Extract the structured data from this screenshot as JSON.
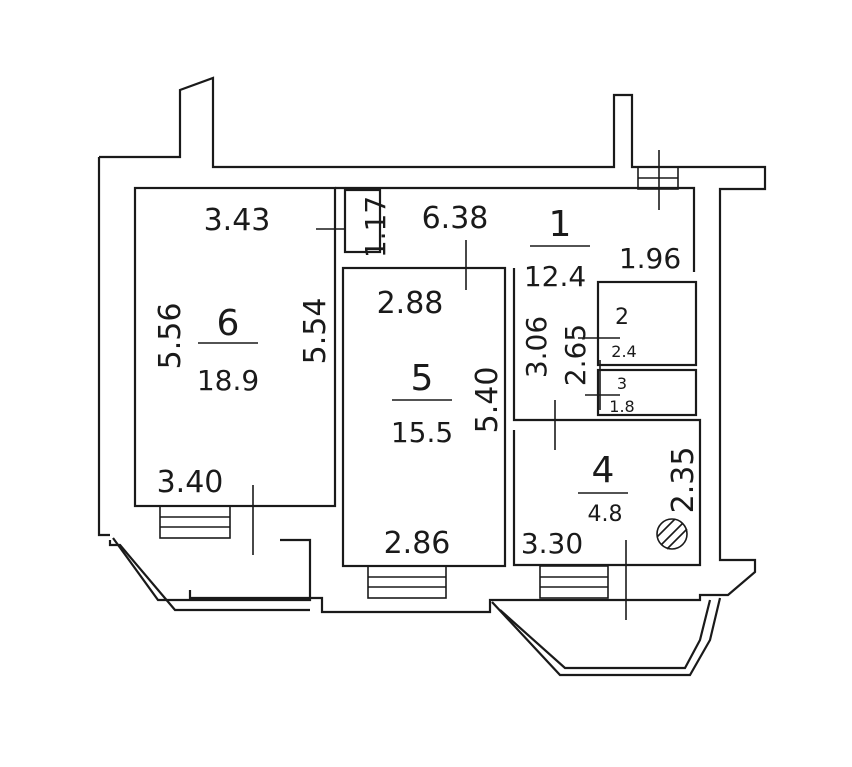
{
  "colors": {
    "line": "#1a1a1a",
    "background": "#ffffff"
  },
  "rooms": {
    "r1": {
      "number": "1",
      "area": "12.4"
    },
    "r2": {
      "number": "2",
      "area": "2.4"
    },
    "r3": {
      "number": "3",
      "area": "1.8"
    },
    "r4": {
      "number": "4",
      "area": "4.8"
    },
    "r5": {
      "number": "5",
      "area": "15.5"
    },
    "r6": {
      "number": "6",
      "area": "18.9"
    }
  },
  "dimensions": {
    "d343": "3.43",
    "d117": "1.17",
    "d638": "6.38",
    "d196": "1.96",
    "d556": "5.56",
    "d554": "5.54",
    "d340": "3.40",
    "d288": "2.88",
    "d540": "5.40",
    "d286": "2.86",
    "d306": "3.06",
    "d265": "2.65",
    "d235": "2.35",
    "d330": "3.30"
  },
  "symbols": [
    "ventilation-shaft-icon"
  ]
}
